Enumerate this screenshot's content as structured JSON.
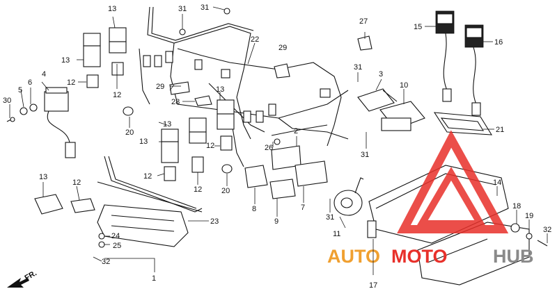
{
  "callouts": {
    "c1": "1",
    "c2": "2",
    "c3": "3",
    "c4": "4",
    "c5": "5",
    "c6": "6",
    "c7": "7",
    "c8": "8",
    "c9": "9",
    "c10": "10",
    "c11": "11",
    "c12a": "12",
    "c12b": "12",
    "c12c": "12",
    "c12d": "12",
    "c12e": "12",
    "c12f": "12",
    "c13a": "13",
    "c13b": "13",
    "c13c": "13",
    "c13d": "13",
    "c13e": "13",
    "c13f": "13",
    "c14": "14",
    "c15": "15",
    "c16": "16",
    "c17": "17",
    "c18": "18",
    "c19": "19",
    "c20a": "20",
    "c20b": "20",
    "c21": "21",
    "c22": "22",
    "c23": "23",
    "c24": "24",
    "c25": "25",
    "c26": "26",
    "c27": "27",
    "c28": "28",
    "c29a": "29",
    "c29b": "29",
    "c30": "30",
    "c31a": "31",
    "c31b": "31",
    "c31c": "31",
    "c31d": "31",
    "c31e": "31",
    "c32a": "32",
    "c32b": "32"
  },
  "direction_marker": "FR.",
  "watermark": {
    "text_part1": "AUTO",
    "text_part2": "MOTO",
    "text_part3": "HUB",
    "color_red": "#e8302a",
    "color_orange": "#f0a030",
    "color_gray": "#8a8a8a"
  }
}
